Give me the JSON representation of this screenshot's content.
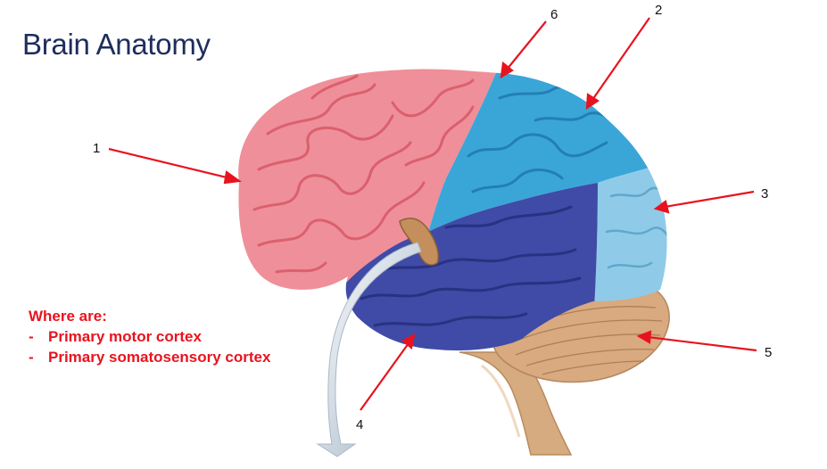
{
  "title": "Brain Anatomy",
  "question": {
    "heading": "Where are:",
    "items": [
      "Primary motor cortex",
      "Primary somatosensory cortex"
    ],
    "bullet": "-"
  },
  "labels": [
    "1",
    "2",
    "3",
    "4",
    "5",
    "6"
  ],
  "colors": {
    "title": "#1f2d5c",
    "question_text": "#e8131f",
    "arrows": "#e8131f",
    "frontal_lobe": "#ef8f99",
    "parietal_lobe": "#3aa6d8",
    "occipital_lobe": "#8fcbe8",
    "temporal_lobe": "#3f4ba6",
    "cerebellum": "#d9a980",
    "brainstem": "#d5ab7f"
  }
}
